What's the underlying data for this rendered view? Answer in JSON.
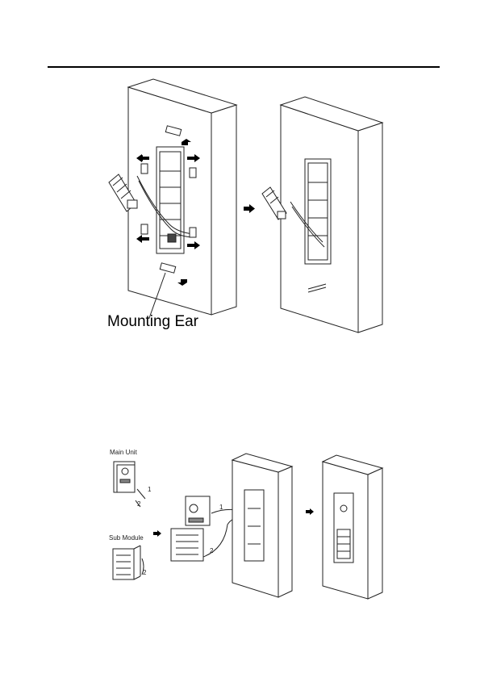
{
  "figure1": {
    "callout_label": "Mounting Ear"
  },
  "figure2": {
    "main_unit_label": "Main Unit",
    "sub_module_label": "Sub Module",
    "step_1": "1",
    "step_2": "2"
  }
}
